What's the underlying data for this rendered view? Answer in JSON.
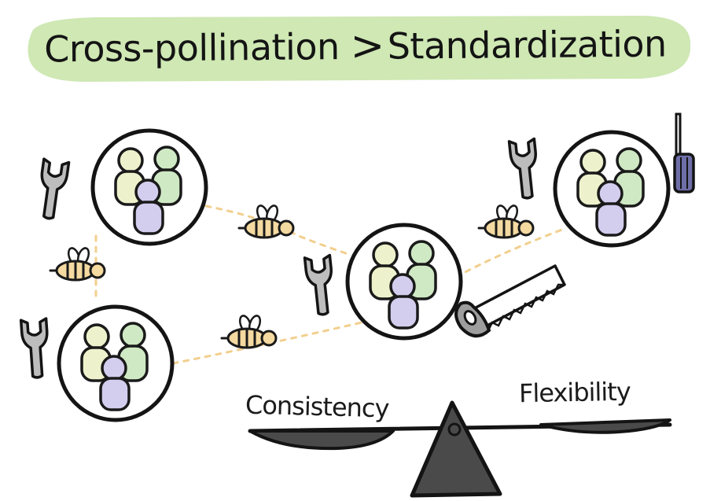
{
  "title": {
    "left": "Cross-pollination",
    "operator": ">",
    "right": "Standardization"
  },
  "scale": {
    "left_label": "Consistency",
    "right_label": "Flexibility"
  },
  "colors": {
    "title_banner": "#cfe8b4",
    "person_yellow": "#eef2cc",
    "person_green": "#cfe9c4",
    "person_purple": "#d3cdee",
    "tool": "#bdbdbd",
    "bee_body": "#f4d9a0",
    "path_dots": "#f2cf8e",
    "scale": "#4a4a4a"
  },
  "icons": [
    "wrench-icon",
    "bee-icon",
    "team-icon",
    "saw-icon",
    "screwdriver-icon",
    "balance-scale-icon"
  ]
}
